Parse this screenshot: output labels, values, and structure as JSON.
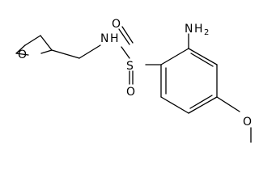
{
  "labels": {
    "amine_n": "N",
    "amine_h": "H",
    "amine_h_count": "2",
    "sulfonamide_n": "N",
    "sulfonamide_h": "H",
    "sulfur": "S",
    "sulfonyl_o_top": "O",
    "sulfonyl_o_bottom": "O",
    "ring_oxygen": "O",
    "methoxy_oxygen": "O"
  }
}
